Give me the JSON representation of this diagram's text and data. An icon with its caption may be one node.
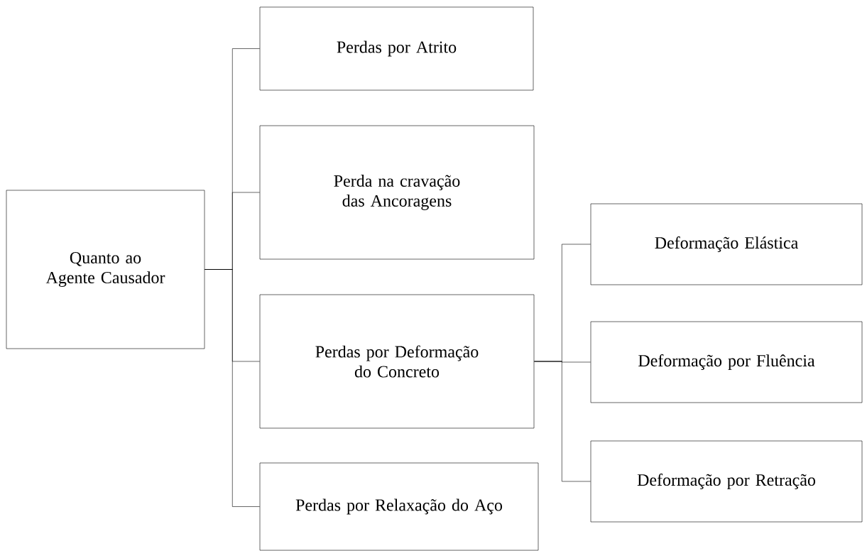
{
  "diagram": {
    "nodes": [
      {
        "text": [
          "Quanto ao Agente Causador"
        ]
      },
      {
        "text": [
          "Perdas por Atrito"
        ]
      },
      {
        "text": [
          "Perda na cravação das Ancoragens"
        ]
      },
      {
        "text": [
          "Perdas por Deformação do Concreto"
        ]
      },
      {
        "text": [
          "Perdas por Relaxação do Aço"
        ]
      },
      {
        "text": [
          "Deformação Elástica"
        ]
      },
      {
        "text": [
          "Deformação por Fluência"
        ]
      },
      {
        "text": [
          "Deformação por Retração"
        ]
      }
    ],
    "edges": [
      {
        "from": 0,
        "to": 1,
        "arrow": "none"
      },
      {
        "from": 0,
        "to": 2,
        "arrow": "none"
      },
      {
        "from": 0,
        "to": 3,
        "arrow": "none"
      },
      {
        "from": 0,
        "to": 4,
        "arrow": "none"
      },
      {
        "from": 3,
        "to": 5,
        "arrow": "none"
      },
      {
        "from": 3,
        "to": 6,
        "arrow": "none"
      },
      {
        "from": 3,
        "to": 7,
        "arrow": "none"
      }
    ]
  }
}
